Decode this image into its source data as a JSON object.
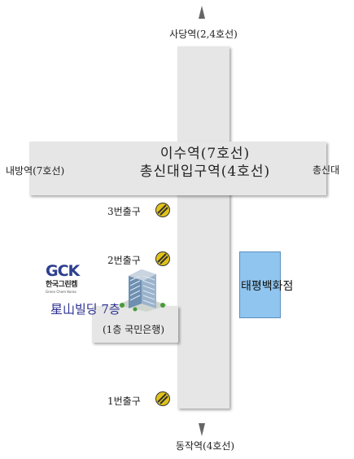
{
  "map": {
    "north_station": "사당역(2,4호선)",
    "south_station": "동작역(4호선)",
    "west_station": "내방역(7호선)",
    "east_station": "총신대",
    "station_line1": "이수역(7호선)",
    "station_line2": "총신대입구역(4호선)",
    "exit3": "3번출구",
    "exit2": "2번출구",
    "exit1": "1번출구",
    "store": "태평백화점",
    "bank": "(1층 국민은행)",
    "building": "星山빌딩 7층",
    "logo": {
      "mark": "GCK",
      "korean": "한국그린켐",
      "english": "Green Chem Korea"
    }
  },
  "colors": {
    "road": "#e6e6e6",
    "store_fill": "#8fc5ef",
    "building_text": "#2b2f8f",
    "logo_blue": "#2d3f8f",
    "logo_green": "#3a9a3a",
    "exit_icon": "#e0c21a"
  },
  "icons": [
    "north-arrow-icon",
    "south-arrow-icon",
    "subway-exit-icon",
    "building-icon"
  ]
}
